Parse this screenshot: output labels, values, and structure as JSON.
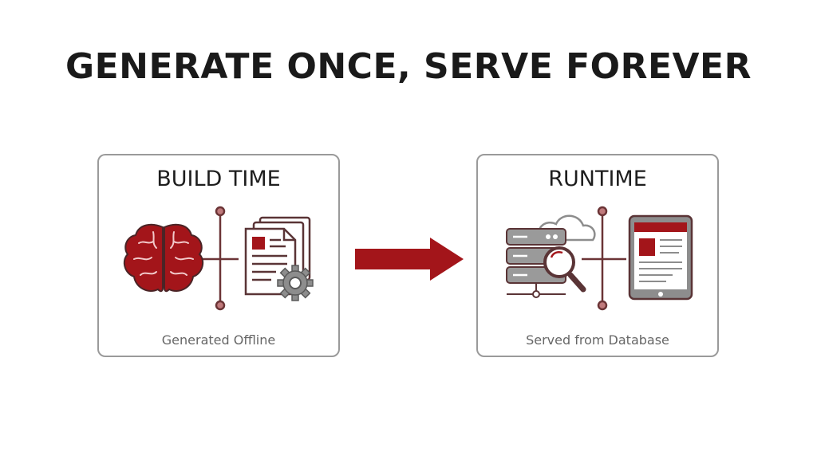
{
  "title": "GENERATE ONCE, SERVE FOREVER",
  "build": {
    "heading": "BUILD TIME",
    "caption": "Generated Offline",
    "icons": [
      "brain-icon",
      "documents-icon",
      "gear-icon"
    ]
  },
  "runtime": {
    "heading": "RUNTIME",
    "caption": "Served from Database",
    "icons": [
      "cloud-icon",
      "server-icon",
      "magnifier-icon",
      "tablet-icon"
    ]
  },
  "colors": {
    "accent": "#a3151a",
    "line": "#6b3436",
    "gray": "#8d8d8d"
  }
}
